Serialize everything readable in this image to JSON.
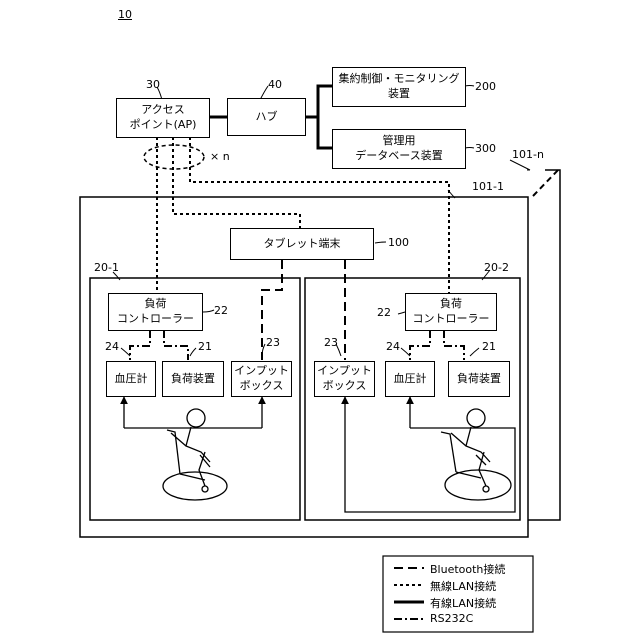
{
  "figure_number": "10",
  "nodes": {
    "access_point": {
      "ref": "30",
      "text": "アクセス\nポイント(AP)"
    },
    "hub": {
      "ref": "40",
      "text": "ハブ"
    },
    "central_control": {
      "ref": "200",
      "text": "集約制御・モニタリング\n装置"
    },
    "management_db": {
      "ref": "300",
      "text": "管理用\nデータベース装置"
    },
    "tablet": {
      "ref": "100",
      "text": "タブレット端末"
    },
    "controller_left": {
      "ref": "22",
      "text": "負荷\nコントローラー"
    },
    "controller_right": {
      "ref": "22",
      "text": "負荷\nコントローラー"
    },
    "bp_left": {
      "ref": "24",
      "text": "血圧計"
    },
    "load_left": {
      "ref": "21",
      "text": "負荷装置"
    },
    "input_left": {
      "ref": "23",
      "text": "インプット\nボックス"
    },
    "input_right": {
      "ref": "23",
      "text": "インプット\nボックス"
    },
    "bp_right": {
      "ref": "24",
      "text": "血圧計"
    },
    "load_right": {
      "ref": "21",
      "text": "負荷装置"
    }
  },
  "containers": {
    "room_1": {
      "ref": "101-1"
    },
    "room_n": {
      "ref": "101-n"
    },
    "station_1": {
      "ref": "20-1"
    },
    "station_2": {
      "ref": "20-2"
    }
  },
  "multiplicity": "× n",
  "legend": [
    {
      "style": "bluetooth",
      "label": "Bluetooth接続"
    },
    {
      "style": "wireless",
      "label": "無線LAN接続"
    },
    {
      "style": "wired",
      "label": "有線LAN接続"
    },
    {
      "style": "rs232c",
      "label": "RS232C"
    }
  ],
  "colors": {
    "line": "#000000",
    "background": "#ffffff"
  },
  "icons": [
    "exercise-bike-icon",
    "exercise-bike-icon"
  ]
}
